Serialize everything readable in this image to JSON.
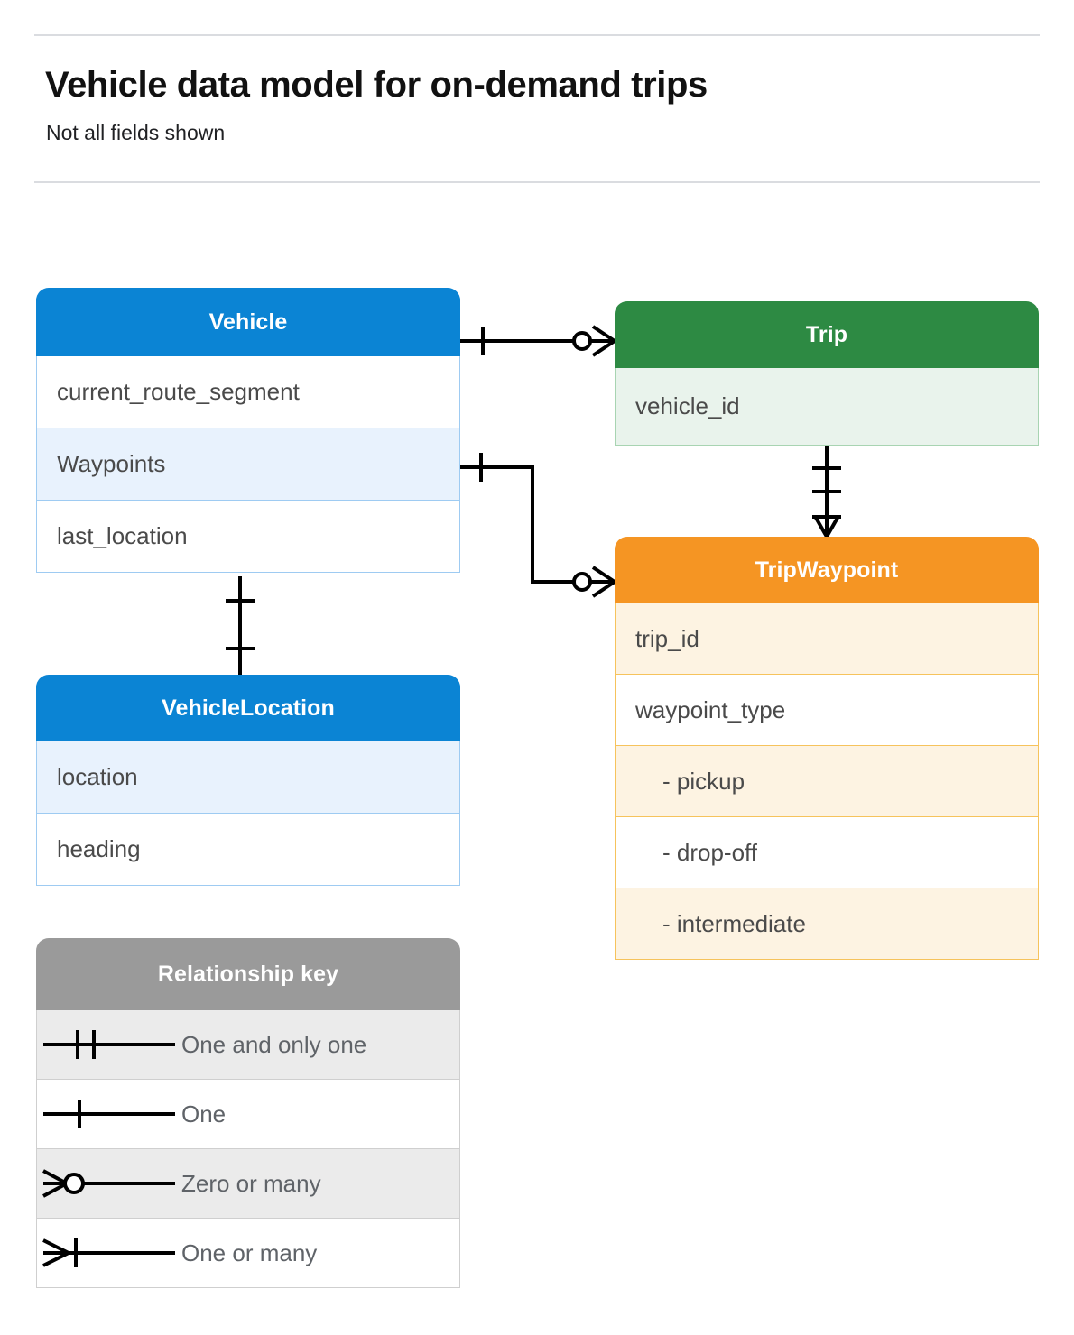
{
  "header": {
    "title": "Vehicle data model for on-demand trips",
    "subtitle": "Not all fields shown"
  },
  "entities": [
    {
      "name": "Vehicle",
      "color": "#0b84d4",
      "rows": [
        {
          "label": "current_route_segment",
          "shade": "plain"
        },
        {
          "label": "Waypoints",
          "shade": "alt"
        },
        {
          "label": "last_location",
          "shade": "plain"
        }
      ]
    },
    {
      "name": "VehicleLocation",
      "color": "#0b84d4",
      "rows": [
        {
          "label": "location",
          "shade": "alt"
        },
        {
          "label": "heading",
          "shade": "plain"
        }
      ]
    },
    {
      "name": "Trip",
      "color": "#2d8a43",
      "rows": [
        {
          "label": "vehicle_id",
          "shade": "alt"
        }
      ]
    },
    {
      "name": "TripWaypoint",
      "color": "#f59523",
      "rows": [
        {
          "label": "trip_id",
          "shade": "alt"
        },
        {
          "label": "waypoint_type",
          "shade": "plain"
        },
        {
          "label": "- pickup",
          "shade": "alt"
        },
        {
          "label": "- drop-off",
          "shade": "plain"
        },
        {
          "label": "- intermediate",
          "shade": "alt"
        }
      ]
    }
  ],
  "legend": {
    "title": "Relationship key",
    "header_color": "#9a9a9a",
    "rows": [
      {
        "label": "One and only one",
        "symbol": "one-and-only-one-icon"
      },
      {
        "label": "One",
        "symbol": "one-icon"
      },
      {
        "label": "Zero or many",
        "symbol": "zero-or-many-icon"
      },
      {
        "label": "One or many",
        "symbol": "one-or-many-icon"
      }
    ]
  },
  "relationships": [
    {
      "from": "Vehicle",
      "to": "Trip",
      "from_cardinality": "One",
      "to_cardinality": "Zero or many"
    },
    {
      "from": "Vehicle.Waypoints",
      "to": "TripWaypoint",
      "from_cardinality": "One",
      "to_cardinality": "Zero or many"
    },
    {
      "from": "Trip",
      "to": "TripWaypoint",
      "from_cardinality": "One and only one",
      "to_cardinality": "One or many"
    },
    {
      "from": "Vehicle",
      "to": "VehicleLocation",
      "from_cardinality": "One",
      "to_cardinality": "One"
    }
  ]
}
